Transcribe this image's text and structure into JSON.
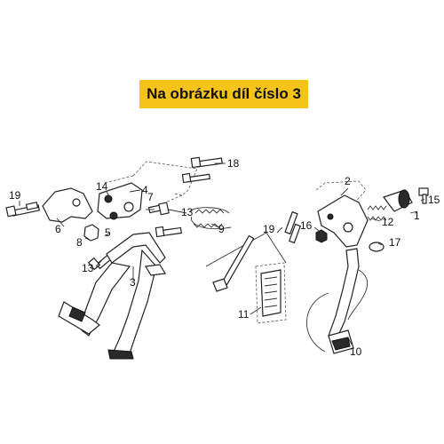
{
  "banner": {
    "text": "Na obrázku díl číslo 3",
    "color": "#f6c318"
  },
  "callouts": {
    "c1": "1",
    "c2": "2",
    "c3": "3",
    "c4": "4",
    "c5": "5",
    "c6": "6",
    "c7": "7",
    "c8": "8",
    "c9": "9",
    "c10": "10",
    "c11": "11",
    "c12": "12",
    "c13a": "13",
    "c13b": "13",
    "c14": "14",
    "c15": "15",
    "c16": "16",
    "c17": "17",
    "c18": "18",
    "c19a": "19",
    "c19b": "19"
  }
}
